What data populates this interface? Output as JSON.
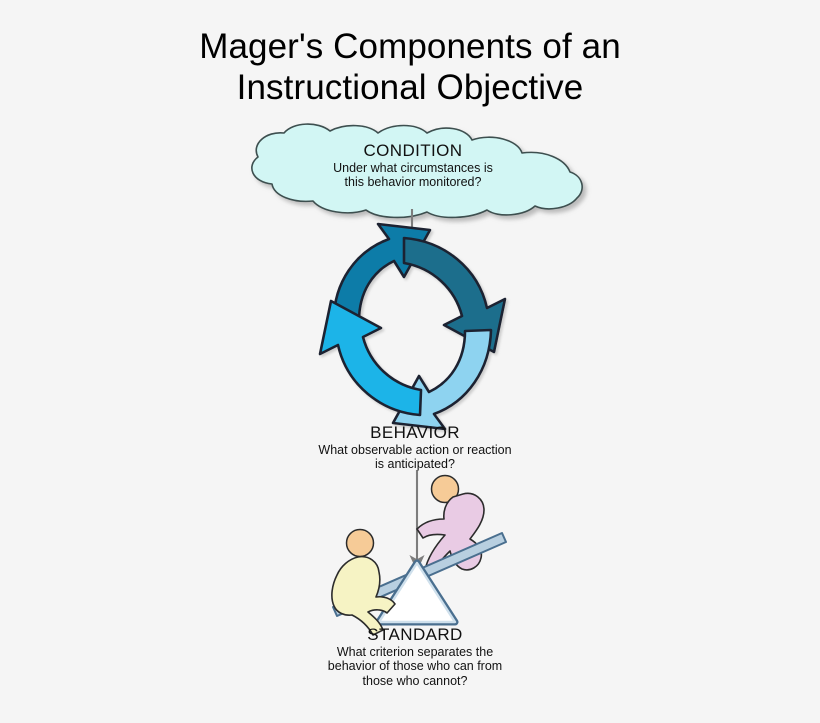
{
  "background_color": "#f5f5f5",
  "title": {
    "line1": "Mager's Components of an",
    "line2": "Instructional Objective"
  },
  "nodes": {
    "condition": {
      "heading": "CONDITION",
      "question_line1": "Under what circumstances is",
      "question_line2": "this behavior monitored?",
      "shape": "cloud",
      "fill_color": "#d2f6f4",
      "stroke_color": "#3d4f4f"
    },
    "behavior": {
      "heading": "BEHAVIOR",
      "question_line1": "What observable action or reaction",
      "question_line2": "is anticipated?",
      "shape": "circular-arrow-cycle",
      "arrow_colors": {
        "top_left": "#0d7ca8",
        "top_right": "#1b6e8c",
        "bottom_right": "#8ed3f0",
        "bottom_left": "#1eb4e8"
      }
    },
    "standard": {
      "heading": "STANDARD",
      "question_line1": "What criterion separates the",
      "question_line2": "behavior of those who can from",
      "question_line3": "those who cannot?",
      "shape": "seesaw-balance",
      "plank_color": "#b8cfe0",
      "plank_stroke": "#4a6f8f",
      "figure_left_color": "#f6f3c4",
      "figure_right_color": "#e9cbe4",
      "head_color": "#f6cb97"
    }
  },
  "connectors": [
    {
      "name": "condition-to-behavior",
      "from": "condition",
      "to": "behavior",
      "color": "#7d7d7d"
    },
    {
      "name": "behavior-to-standard",
      "from": "behavior",
      "to": "standard",
      "color": "#7d7d7d"
    }
  ]
}
